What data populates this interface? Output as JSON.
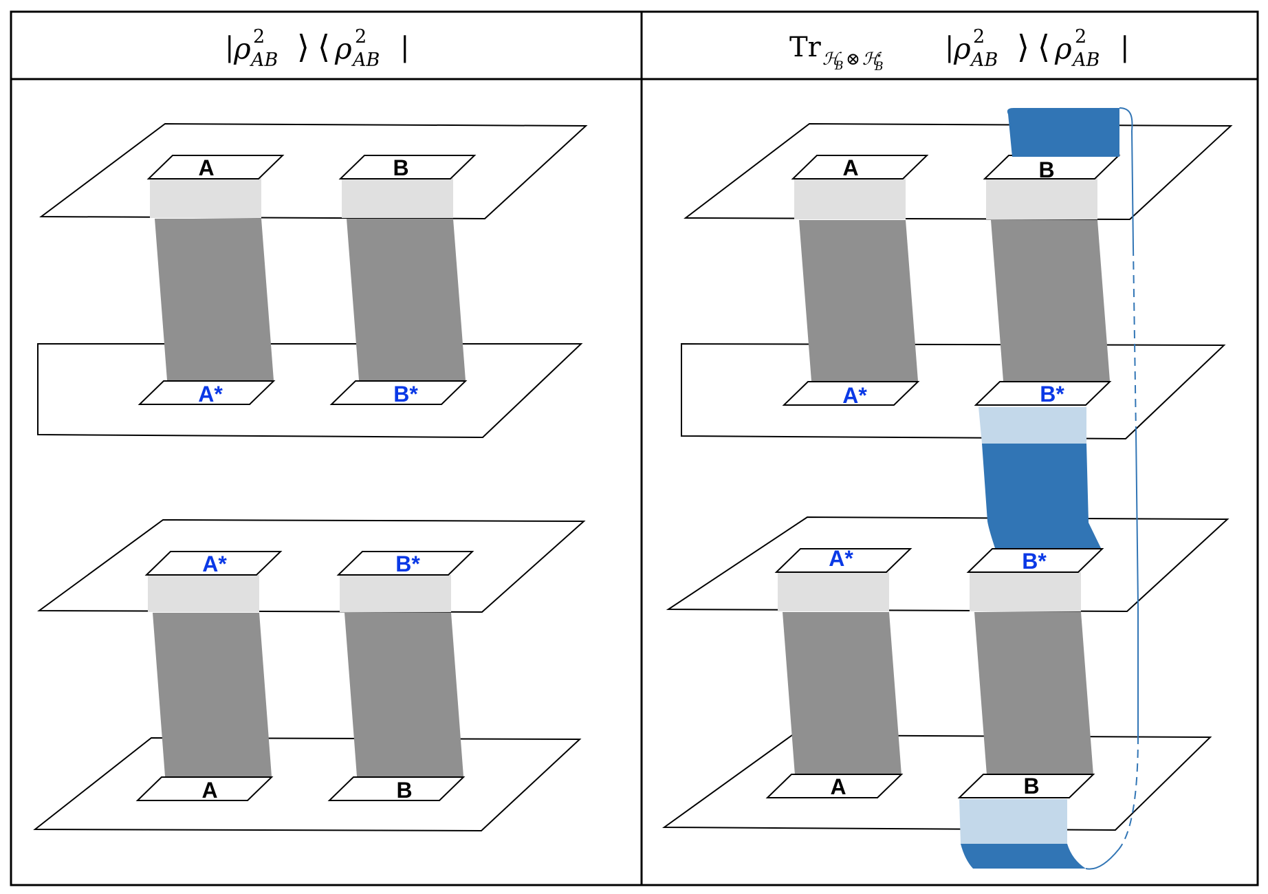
{
  "headers": {
    "left": {
      "ket_symbol": "ρ",
      "ket_sup": "2",
      "ket_sub": "AB",
      "bra_symbol": "ρ",
      "bra_sup": "2",
      "bra_sub": "AB"
    },
    "right": {
      "trace_op": "Tr",
      "trace_sub_1": "ℋ",
      "trace_sub_1_sub": "B",
      "trace_sub_otimes": "⊗",
      "trace_sub_2": "ℋ",
      "trace_sub_2_sub": "B",
      "trace_sub_2_sup": "⋆",
      "ket_symbol": "ρ",
      "ket_sup": "2",
      "ket_sub": "AB",
      "bra_symbol": "ρ",
      "bra_sup": "2",
      "bra_sub": "AB"
    }
  },
  "ports": {
    "left": {
      "top_upper": [
        "A",
        "B"
      ],
      "top_lower": [
        "A*",
        "B*"
      ],
      "bottom_upper": [
        "A*",
        "B*"
      ],
      "bottom_lower": [
        "A",
        "B"
      ]
    },
    "right": {
      "top_upper": [
        "A",
        "B"
      ],
      "top_lower": [
        "A*",
        "B*"
      ],
      "bottom_upper": [
        "A*",
        "B*"
      ],
      "bottom_lower": [
        "A",
        "B"
      ]
    }
  },
  "colors": {
    "frame": "#000000",
    "plane_stroke": "#000000",
    "plane_fill": "#ffffff",
    "leg_light": "#e0e0e0",
    "leg_dark": "#909090",
    "traced_dark": "#3175b5",
    "traced_light": "#c3d8ea",
    "traced_line": "#3175b5",
    "label_plain": "#000000",
    "label_conjugate": "#0a39e6"
  }
}
